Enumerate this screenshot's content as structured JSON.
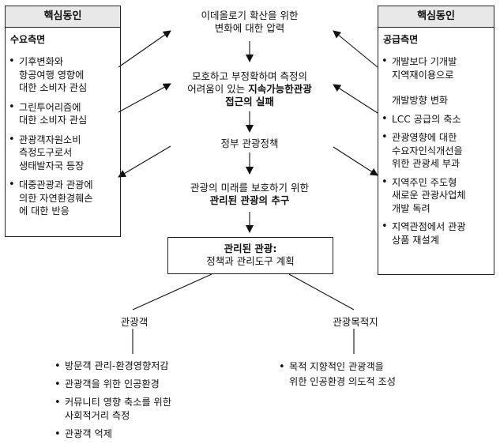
{
  "left_panel": {
    "title": "핵심동인",
    "subtitle": "수요측면",
    "items": [
      [
        "기후변화와",
        "항공여행 영향에",
        "대한 소비자 관심"
      ],
      [
        "그린투어리즘에",
        "대한 소비자 관심"
      ],
      [
        "관광객자원소비",
        "측정도구로서",
        "생태발자국 등장"
      ],
      [
        "대중관광과 관광에",
        "의한 자연환경훼손",
        "에 대한 반응"
      ]
    ]
  },
  "right_panel": {
    "title": "핵심동인",
    "subtitle": "공급측면",
    "items": [
      [
        "개발보다 기개발",
        "지역재이용으로",
        "",
        "개발방향 변화"
      ],
      [
        "LCC 공급의 축소"
      ],
      [
        "관광영향에 대한",
        "수요자인식개선을",
        "위한 관광세 부과"
      ],
      [
        "지역주민 주도형",
        "새로운 관광사업체",
        "개발 독려"
      ],
      [
        "지역관점에서 관광",
        "상품 재설계"
      ]
    ]
  },
  "center": {
    "pressure": [
      "이데올로기 확산을 위한",
      "변화에 대한 압력"
    ],
    "failure_plain": [
      "모호하고 부정확하며 측정의",
      "어려움이 있는 "
    ],
    "failure_bold_1": "지속가능한관광",
    "failure_bold_2": "접근의 실패",
    "policy": "정부 관광정책",
    "pursuit_plain": "관광의 미래를 보호하기 위한",
    "pursuit_bold": "관리된 관광의 추구",
    "managed_title": "관리된 관광:",
    "managed_sub": "정책과 관리도구 계획"
  },
  "branches": {
    "tourist": {
      "label": "관광객",
      "items": [
        [
          "방문객 관리-환경영향저감"
        ],
        [
          "관광객을 위한 인공환경"
        ],
        [
          "커뮤니티 영향 축소를 위한",
          "사회적거리 측정"
        ],
        [
          "관광객 억제"
        ]
      ]
    },
    "destination": {
      "label": "관광목적지",
      "items": [
        [
          "목적 지향적인 관광객을",
          "위한 인공환경 의도적 조성"
        ]
      ]
    }
  }
}
